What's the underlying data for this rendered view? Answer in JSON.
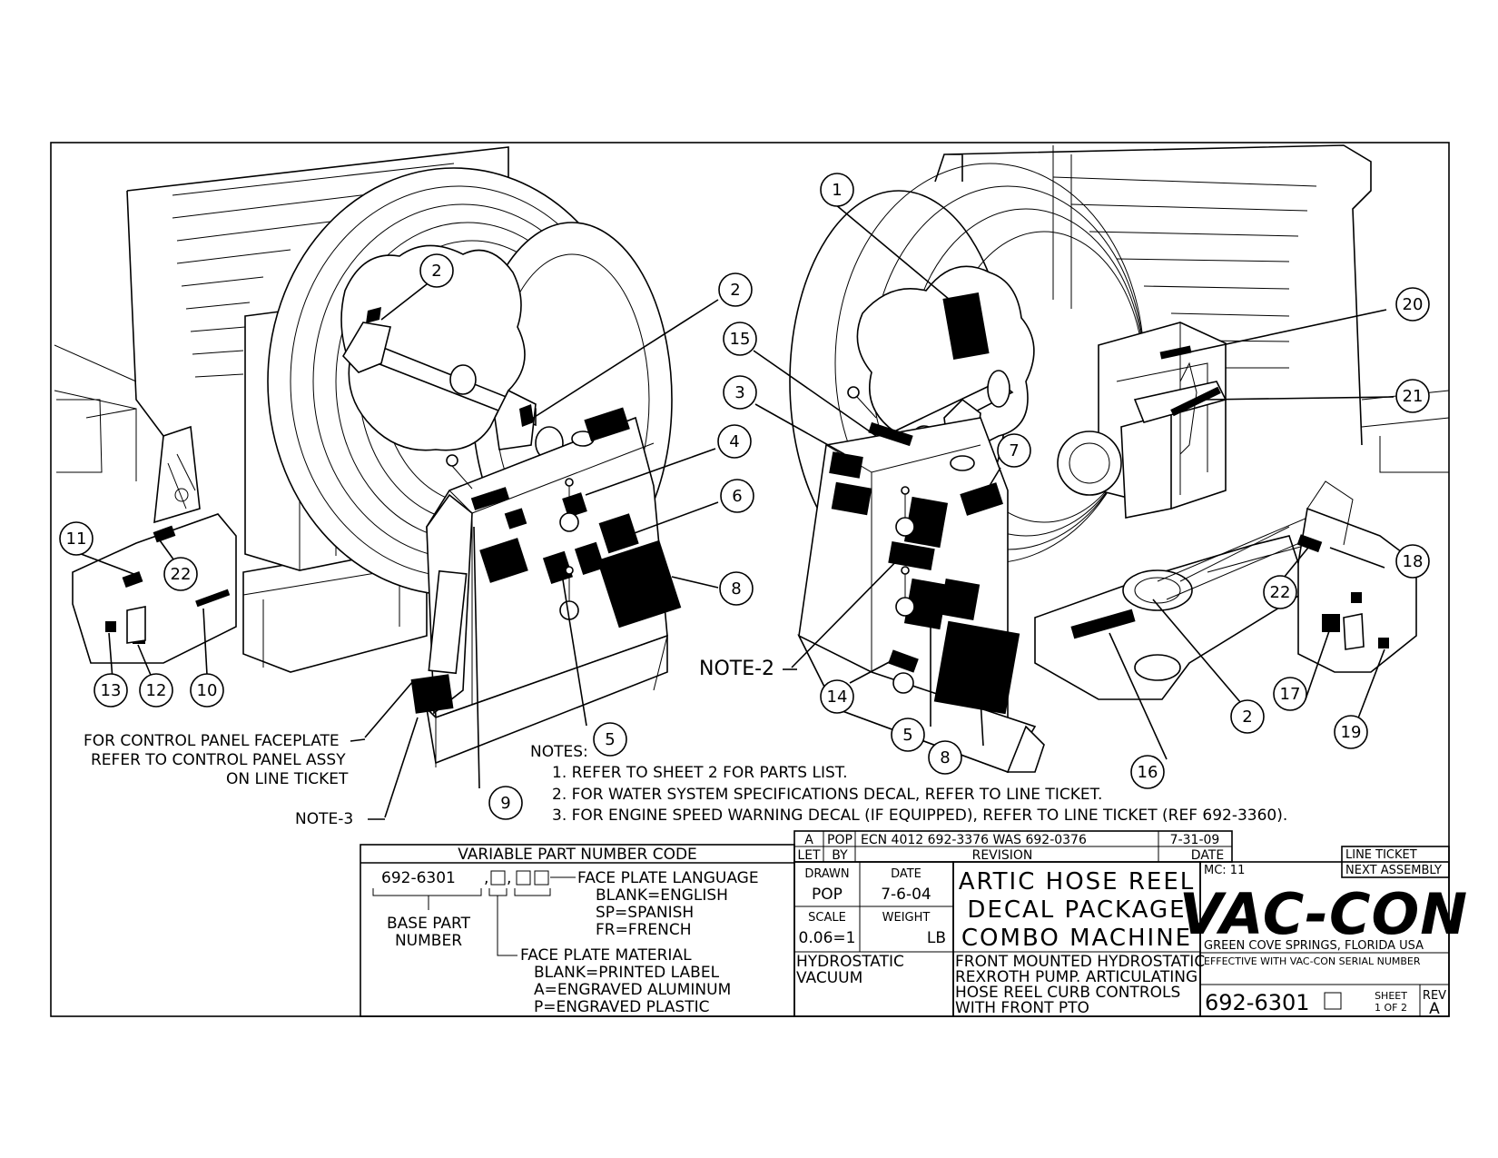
{
  "callouts": {
    "left": {
      "c2a": "2",
      "c2b": "2",
      "c4": "4",
      "c6": "6",
      "c8": "8",
      "c5": "5",
      "c9": "9",
      "c11": "11",
      "c22": "22",
      "c13": "13",
      "c12": "12",
      "c10": "10",
      "c3": "3",
      "c15": "15"
    },
    "right": {
      "c1": "1",
      "c20": "20",
      "c21": "21",
      "c7": "7",
      "c18": "18",
      "c22": "22",
      "c17": "17",
      "c19": "19",
      "c2": "2",
      "c16": "16",
      "c8": "8",
      "c5": "5",
      "c14": "14"
    }
  },
  "notes": {
    "note2": "NOTE-2",
    "note3": "NOTE-3",
    "faceplate_line1": "FOR CONTROL PANEL FACEPLATE",
    "faceplate_line2": "REFER TO CONTROL PANEL ASSY",
    "faceplate_line3": "ON LINE TICKET",
    "heading": "NOTES:",
    "items": [
      "1. REFER TO SHEET 2 FOR PARTS LIST.",
      "2. FOR WATER SYSTEM SPECIFICATIONS DECAL, REFER TO LINE TICKET.",
      "3. FOR ENGINE SPEED WARNING DECAL (IF EQUIPPED), REFER TO LINE TICKET (REF 692-3360)."
    ]
  },
  "variable_code": {
    "header": "VARIABLE PART NUMBER CODE",
    "base_number": "692-6301",
    "base_label_1": "BASE PART",
    "base_label_2": "NUMBER",
    "language_label": "FACE PLATE LANGUAGE",
    "language_options": [
      "BLANK=ENGLISH",
      "SP=SPANISH",
      "FR=FRENCH"
    ],
    "material_label": "FACE PLATE MATERIAL",
    "material_options": [
      "BLANK=PRINTED LABEL",
      "A=ENGRAVED ALUMINUM",
      "P=ENGRAVED PLASTIC"
    ]
  },
  "revision": {
    "let": "A",
    "by": "POP",
    "description": "ECN 4012 692-3376 WAS 692-0376",
    "date": "7-31-09",
    "let_header": "LET",
    "by_header": "BY",
    "revision_header": "REVISION",
    "date_header": "DATE"
  },
  "title_block": {
    "drawn_label": "DRAWN",
    "drawn_by": "POP",
    "date_label": "DATE",
    "date": "7-6-04",
    "scale_label": "SCALE",
    "scale": "0.06=1",
    "weight_label": "WEIGHT",
    "weight_unit": "LB",
    "category_1": "HYDROSTATIC",
    "category_2": "VACUUM",
    "title_lines": [
      "ARTIC HOSE REEL",
      "DECAL PACKAGE",
      "COMBO MACHINE"
    ],
    "description_lines": [
      "FRONT MOUNTED HYDROSTATIC",
      "REXROTH PUMP. ARTICULATING",
      "HOSE REEL CURB CONTROLS",
      "WITH FRONT PTO"
    ],
    "mc": "MC: 11",
    "company": "VAC-CON",
    "location": "GREEN COVE SPRINGS, FLORIDA USA",
    "effective": "EFFECTIVE WITH VAC-CON SERIAL NUMBER",
    "line_ticket": "LINE TICKET",
    "next_assembly": "NEXT ASSEMBLY",
    "part_number": "692-6301",
    "sheet_label": "SHEET",
    "sheet": "1 OF 2",
    "rev_label": "REV",
    "rev": "A"
  }
}
